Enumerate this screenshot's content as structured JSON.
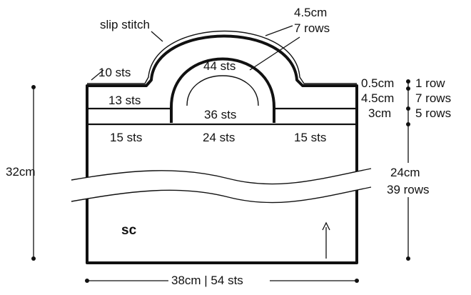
{
  "labels": {
    "slip_stitch": "slip stitch",
    "handle_width": "4.5cm",
    "handle_rows": "7 rows",
    "top_sts": "10 sts",
    "inner_arc_sts": "44 sts",
    "left_mid_sts": "13 sts",
    "center_sts": "36 sts",
    "left_bottom_sts": "15 sts",
    "center_bottom_sts": "24 sts",
    "right_bottom_sts": "15 sts",
    "r1_cm": "0.5cm",
    "r1_rows": "1 row",
    "r2_cm": "4.5cm",
    "r2_rows": "7 rows",
    "r3_cm": "3cm",
    "r3_rows": "5 rows",
    "body_cm": "24cm",
    "body_rows": "39 rows",
    "height": "32cm",
    "stitch": "sc",
    "width": "38cm | 54 sts"
  },
  "colors": {
    "ink": "#111111",
    "background": "#ffffff"
  }
}
